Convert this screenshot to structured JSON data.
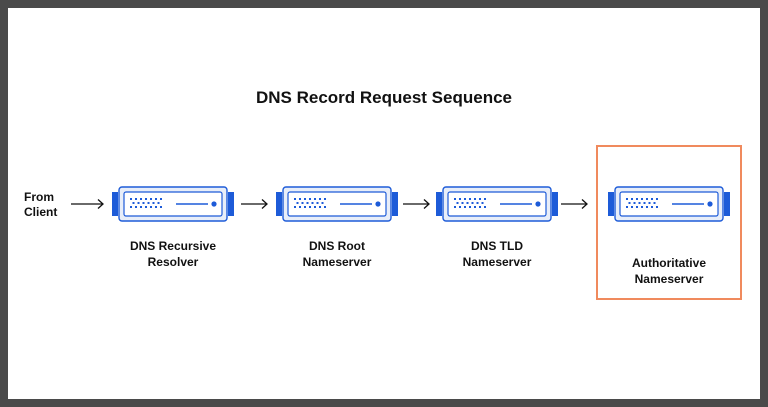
{
  "title": "DNS Record Request Sequence",
  "client": {
    "line1": "From",
    "line2": "Client"
  },
  "nodes": [
    {
      "line1": "DNS Recursive",
      "line2": "Resolver"
    },
    {
      "line1": "DNS Root",
      "line2": "Nameserver"
    },
    {
      "line1": "DNS TLD",
      "line2": "Nameserver"
    },
    {
      "line1": "Authoritative",
      "line2": "Nameserver"
    }
  ],
  "colors": {
    "server_accent": "#1d5bd8",
    "server_body": "#e8eef9",
    "highlight_border": "#f08a5d",
    "frame_border": "#4a4a4a"
  },
  "icons": [
    "server-icon",
    "arrow-right-icon"
  ]
}
